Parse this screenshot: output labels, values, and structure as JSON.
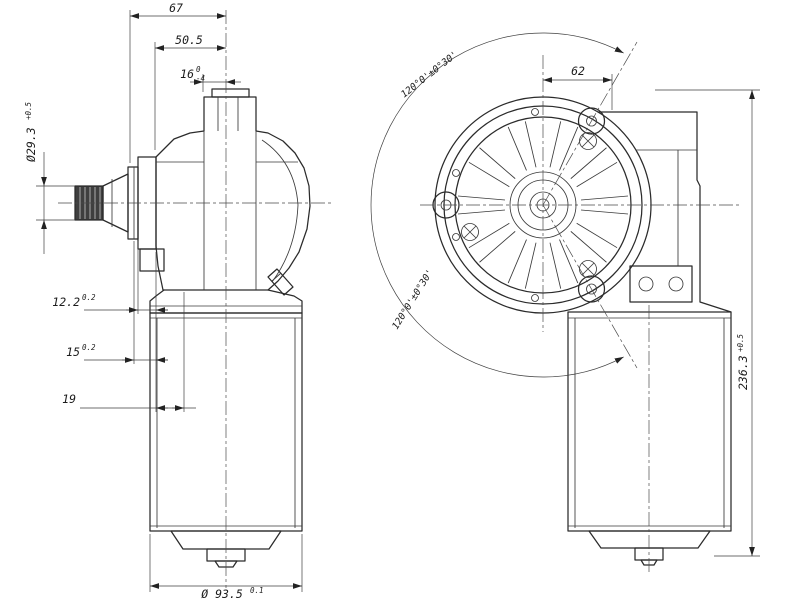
{
  "dims": {
    "d67": "67",
    "d50": "50.5",
    "d16": "16",
    "d16hi": "0",
    "d16lo": "-4",
    "d29": "Ø29.3",
    "d29t": "+0.5",
    "d122": "12.2",
    "d122t": "0.2",
    "d15": "15",
    "d15t": "0.2",
    "d19": "19",
    "d93": "Ø 93.5",
    "d93t": "0.1",
    "d62": "62",
    "a120_1": "120°0'±0°30'",
    "a120_2": "120°0'±0°30'",
    "d236": "236.3",
    "d236t": "+0.5"
  }
}
